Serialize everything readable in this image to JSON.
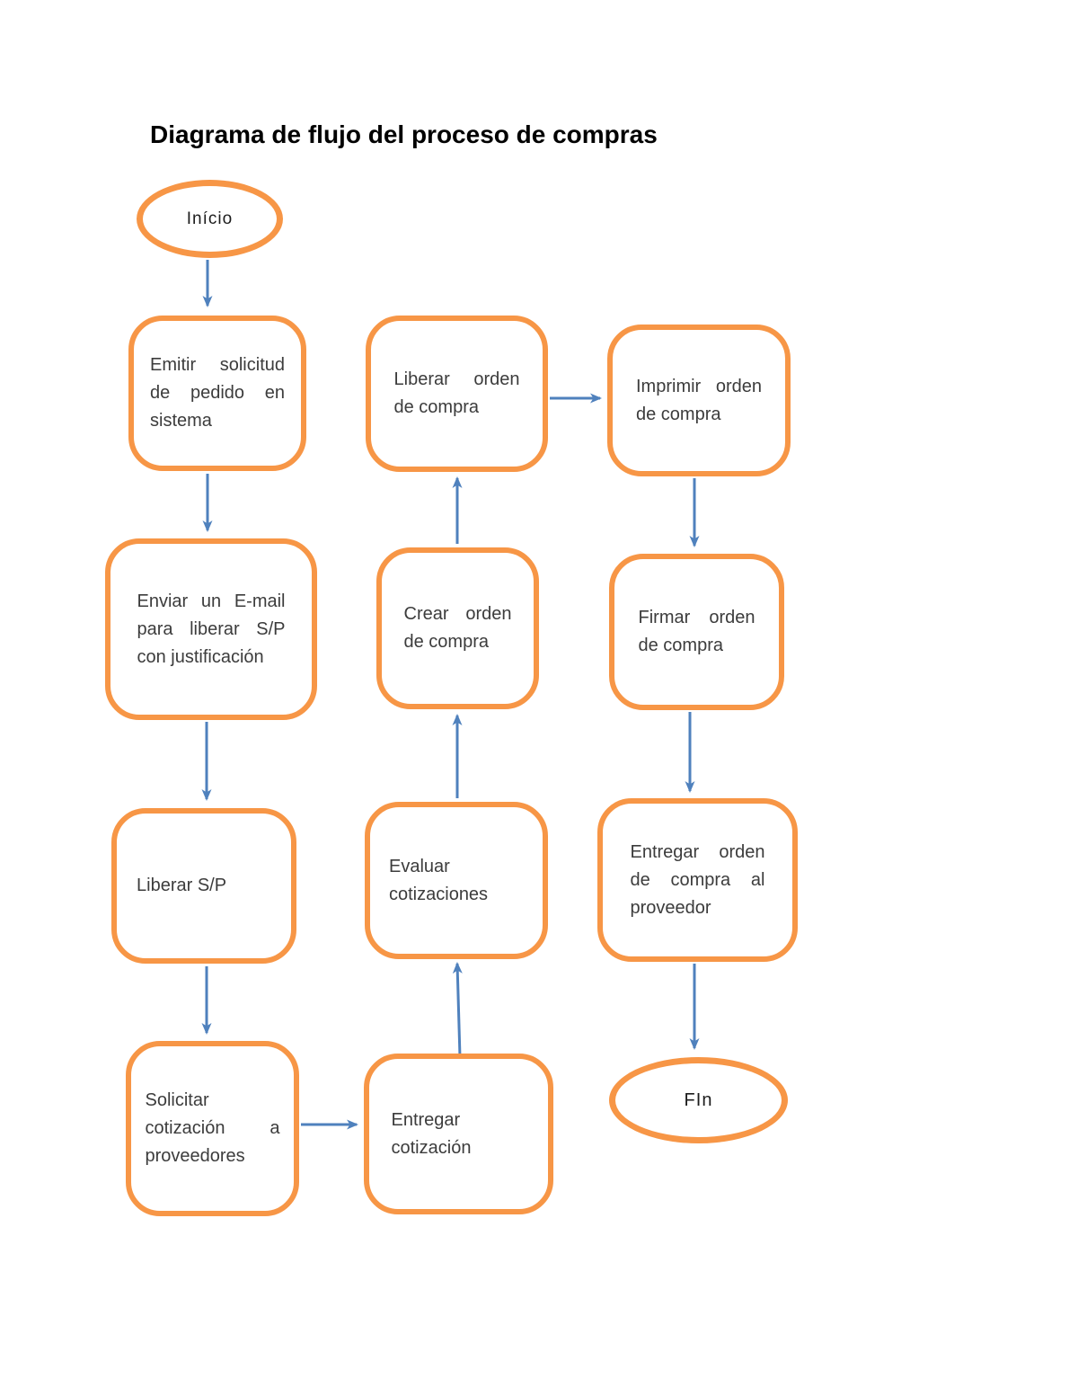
{
  "title": "Diagrama de flujo del proceso de compras",
  "colors": {
    "shape_border": "#F79646",
    "arrow": "#4F81BD",
    "box_text": "#3C3C3C",
    "terminator_text": "#1C1C1C",
    "title_text": "#000000",
    "background": "#FFFFFF"
  },
  "nodes": {
    "inicio": {
      "label": "Início",
      "type": "terminator"
    },
    "emitir": {
      "label": "Emitir solicitud de pedido en sistema",
      "type": "process"
    },
    "enviar_email": {
      "label": "Enviar un E-mail para liberar S/P con justificación",
      "type": "process"
    },
    "liberar_sp": {
      "label": "Liberar S/P",
      "type": "process"
    },
    "solicitar_cotizacion": {
      "label": "Solicitar cotización a proveedores",
      "type": "process"
    },
    "entregar_cotizacion": {
      "label": "Entregar cotización",
      "type": "process"
    },
    "evaluar_cotizaciones": {
      "label": "Evaluar cotizaciones",
      "type": "process"
    },
    "crear_orden": {
      "label": "Crear orden de compra",
      "type": "process"
    },
    "liberar_orden": {
      "label": "Liberar orden de compra",
      "type": "process"
    },
    "imprimir_orden": {
      "label": "Imprimir orden de compra",
      "type": "process"
    },
    "firmar_orden": {
      "label": "Firmar orden de compra",
      "type": "process"
    },
    "entregar_orden": {
      "label": "Entregar orden de compra al proveedor",
      "type": "process"
    },
    "fin": {
      "label": "FIn",
      "type": "terminator"
    }
  },
  "edges": [
    {
      "from": "inicio",
      "to": "emitir",
      "direction": "down"
    },
    {
      "from": "emitir",
      "to": "enviar_email",
      "direction": "down"
    },
    {
      "from": "enviar_email",
      "to": "liberar_sp",
      "direction": "down"
    },
    {
      "from": "liberar_sp",
      "to": "solicitar_cotizacion",
      "direction": "down"
    },
    {
      "from": "solicitar_cotizacion",
      "to": "entregar_cotizacion",
      "direction": "right"
    },
    {
      "from": "entregar_cotizacion",
      "to": "evaluar_cotizaciones",
      "direction": "up"
    },
    {
      "from": "evaluar_cotizaciones",
      "to": "crear_orden",
      "direction": "up"
    },
    {
      "from": "crear_orden",
      "to": "liberar_orden",
      "direction": "up"
    },
    {
      "from": "liberar_orden",
      "to": "imprimir_orden",
      "direction": "right"
    },
    {
      "from": "imprimir_orden",
      "to": "firmar_orden",
      "direction": "down"
    },
    {
      "from": "firmar_orden",
      "to": "entregar_orden",
      "direction": "down"
    },
    {
      "from": "entregar_orden",
      "to": "fin",
      "direction": "down"
    }
  ]
}
